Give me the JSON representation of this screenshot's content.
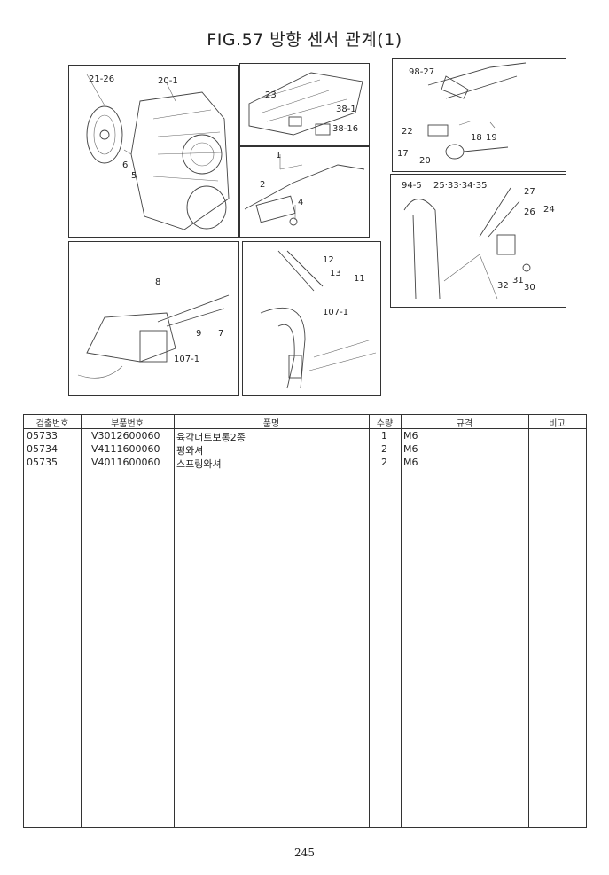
{
  "title": "FIG.57 방향 센서 관계(1)",
  "diagram_labels": {
    "a1": "21-26",
    "a2": "20-1",
    "a3": "6",
    "a4": "5",
    "b1": "23",
    "b2": "38-1",
    "b3": "38-16",
    "c1": "1",
    "c2": "2",
    "c3": "4",
    "d1": "98-27",
    "d2": "22",
    "d3": "18",
    "d4": "19",
    "d5": "17",
    "d6": "20",
    "e1": "94-5",
    "e2": "25·33·34·35",
    "e3": "27",
    "e4": "26",
    "e5": "24",
    "e6": "32",
    "e7": "31",
    "e8": "30",
    "f1": "8",
    "f2": "9",
    "f3": "7",
    "f4": "107-1",
    "g1": "12",
    "g2": "13",
    "g3": "11",
    "g4": "107-1"
  },
  "table": {
    "headers": [
      "검출번호",
      "부품번호",
      "품명",
      "수량",
      "규격",
      "비고"
    ],
    "rows": [
      [
        "05733",
        "V3012600060",
        "육각너트보통2종",
        "1",
        "M6",
        ""
      ],
      [
        "05734",
        "V4111600060",
        "평와셔",
        "2",
        "M6",
        ""
      ],
      [
        "05735",
        "V4011600060",
        "스프링와셔",
        "2",
        "M6",
        ""
      ]
    ]
  },
  "page_number": "245"
}
